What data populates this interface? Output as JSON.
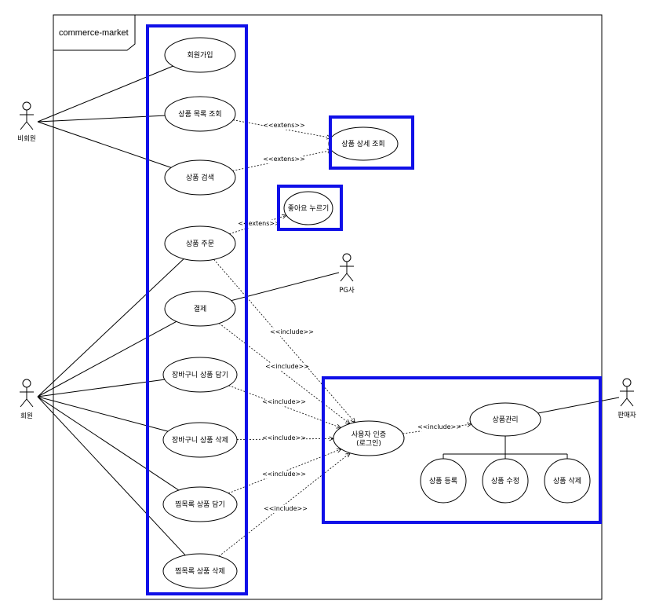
{
  "system": {
    "title": "commerce-market"
  },
  "actors": [
    {
      "id": "guest",
      "label": "비회원"
    },
    {
      "id": "member",
      "label": "회원"
    },
    {
      "id": "pg",
      "label": "PG사"
    },
    {
      "id": "seller",
      "label": "판매자"
    }
  ],
  "use_cases": [
    {
      "id": "signup",
      "label": "회원가입"
    },
    {
      "id": "list",
      "label": "상품 목록 조회"
    },
    {
      "id": "search",
      "label": "상품 검색"
    },
    {
      "id": "order",
      "label": "상품 주문"
    },
    {
      "id": "pay",
      "label": "결제"
    },
    {
      "id": "cart_add",
      "label": "장바구니 상품 담기"
    },
    {
      "id": "cart_del",
      "label": "장바구니 상품 삭제"
    },
    {
      "id": "wish_add",
      "label": "찜목록 상품 담기"
    },
    {
      "id": "wish_del",
      "label": "찜목록 상품 삭제"
    },
    {
      "id": "detail",
      "label": "상품 상세 조회"
    },
    {
      "id": "like",
      "label": "좋아요 누르기"
    },
    {
      "id": "auth",
      "label": "사용자 인증",
      "label2": "(로그인)"
    },
    {
      "id": "manage",
      "label": "상품관리"
    },
    {
      "id": "reg",
      "label": "상품 등록"
    },
    {
      "id": "edit",
      "label": "상품 수정"
    },
    {
      "id": "del",
      "label": "상품 삭제"
    }
  ],
  "associations": [
    [
      "guest",
      "signup"
    ],
    [
      "guest",
      "list"
    ],
    [
      "guest",
      "search"
    ],
    [
      "member",
      "order"
    ],
    [
      "member",
      "pay"
    ],
    [
      "member",
      "cart_add"
    ],
    [
      "member",
      "cart_del"
    ],
    [
      "member",
      "wish_add"
    ],
    [
      "member",
      "wish_del"
    ],
    [
      "pg",
      "pay"
    ],
    [
      "seller",
      "manage"
    ]
  ],
  "dependencies": [
    {
      "from": "list",
      "to": "detail",
      "label": "<<extens>>"
    },
    {
      "from": "search",
      "to": "detail",
      "label": "<<extens>>"
    },
    {
      "from": "order",
      "to": "like",
      "label": "<<extens>>"
    },
    {
      "from": "order",
      "to": "auth",
      "label": "<<include>>"
    },
    {
      "from": "pay",
      "to": "auth",
      "label": "<<include>>"
    },
    {
      "from": "cart_add",
      "to": "auth",
      "label": "<<include>>"
    },
    {
      "from": "cart_del",
      "to": "auth",
      "label": "<<include>>"
    },
    {
      "from": "wish_add",
      "to": "auth",
      "label": "<<include>>"
    },
    {
      "from": "wish_del",
      "to": "auth",
      "label": "<<include>>"
    },
    {
      "from": "auth",
      "to": "manage",
      "label": "<<include>>"
    }
  ],
  "generalizations": [
    {
      "parent": "manage",
      "children": [
        "reg",
        "edit",
        "del"
      ]
    }
  ],
  "colors": {
    "highlight": "#1010e8",
    "line": "#000000",
    "background": "#ffffff"
  }
}
